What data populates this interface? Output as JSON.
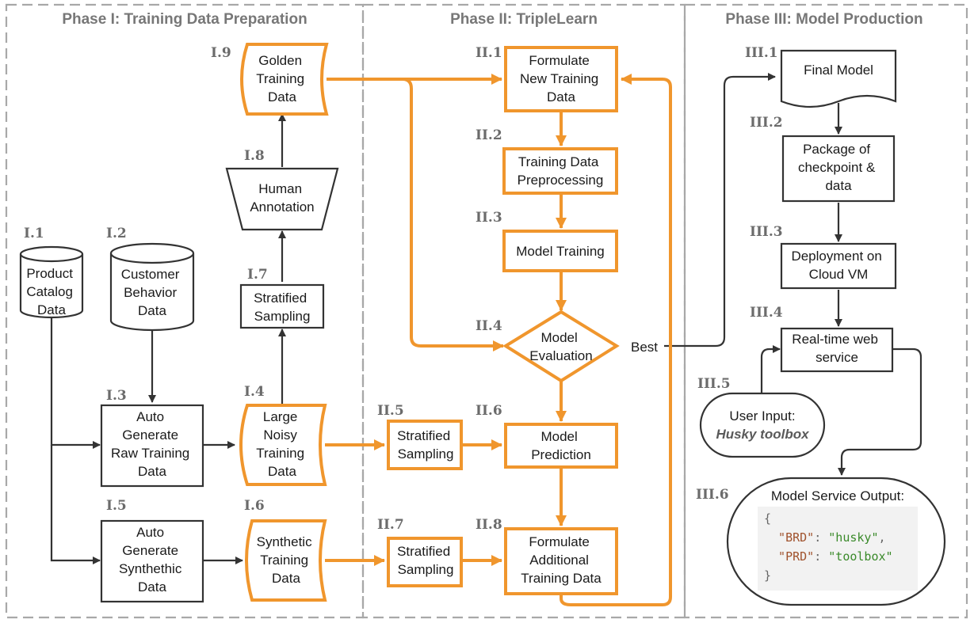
{
  "phases": [
    {
      "title": "Phase I: Training Data Preparation"
    },
    {
      "title": "Phase II: TripleLearn"
    },
    {
      "title": "Phase III: Model Production"
    }
  ],
  "nodes": {
    "i1": {
      "id": "I.1",
      "lines": [
        "Product",
        "Catalog",
        "Data"
      ]
    },
    "i2": {
      "id": "I.2",
      "lines": [
        "Customer",
        "Behavior",
        "Data"
      ]
    },
    "i3": {
      "id": "I.3",
      "lines": [
        "Auto",
        "Generate",
        "Raw Training",
        "Data"
      ]
    },
    "i4": {
      "id": "I.4",
      "lines": [
        "Large",
        "Noisy",
        "Training",
        "Data"
      ]
    },
    "i5": {
      "id": "I.5",
      "lines": [
        "Auto",
        "Generate",
        "Synthethic",
        "Data"
      ]
    },
    "i6": {
      "id": "I.6",
      "lines": [
        "Synthetic",
        "Training",
        "Data"
      ]
    },
    "i7": {
      "id": "I.7",
      "lines": [
        "Stratified",
        "Sampling"
      ]
    },
    "i8": {
      "id": "I.8",
      "lines": [
        "Human",
        "Annotation"
      ]
    },
    "i9": {
      "id": "I.9",
      "lines": [
        "Golden",
        "Training",
        "Data"
      ]
    },
    "ii1": {
      "id": "II.1",
      "lines": [
        "Formulate",
        "New Training",
        "Data"
      ]
    },
    "ii2": {
      "id": "II.2",
      "lines": [
        "Training Data",
        "Preprocessing"
      ]
    },
    "ii3": {
      "id": "II.3",
      "lines": [
        "Model Training"
      ]
    },
    "ii4": {
      "id": "II.4",
      "lines": [
        "Model",
        "Evaluation"
      ]
    },
    "ii5": {
      "id": "II.5",
      "lines": [
        "Stratified",
        "Sampling"
      ]
    },
    "ii6": {
      "id": "II.6",
      "lines": [
        "Model",
        "Prediction"
      ]
    },
    "ii7": {
      "id": "II.7",
      "lines": [
        "Stratified",
        "Sampling"
      ]
    },
    "ii8": {
      "id": "II.8",
      "lines": [
        "Formulate",
        "Additional",
        "Training Data"
      ]
    },
    "iii1": {
      "id": "III.1",
      "lines": [
        "Final Model"
      ]
    },
    "iii2": {
      "id": "III.2",
      "lines": [
        "Package of",
        "checkpoint &",
        "data"
      ]
    },
    "iii3": {
      "id": "III.3",
      "lines": [
        "Deployment on",
        "Cloud VM"
      ]
    },
    "iii4": {
      "id": "III.4",
      "lines": [
        "Real-time web",
        "service"
      ]
    },
    "iii5": {
      "id": "III.5",
      "lines": [
        "User Input:",
        "Husky toolbox"
      ]
    },
    "iii6": {
      "id": "III.6",
      "title": "Model Service Output:"
    }
  },
  "best_label": "Best",
  "code_lines": [
    {
      "parts": [
        {
          "t": "{",
          "c": "punct"
        }
      ]
    },
    {
      "parts": [
        {
          "t": "  \"BRD\"",
          "c": "key"
        },
        {
          "t": ": ",
          "c": "punct"
        },
        {
          "t": "\"husky\"",
          "c": "str"
        },
        {
          "t": ",",
          "c": "punct"
        }
      ]
    },
    {
      "parts": [
        {
          "t": "  \"PRD\"",
          "c": "key"
        },
        {
          "t": ": ",
          "c": "punct"
        },
        {
          "t": "\"toolbox\"",
          "c": "str"
        }
      ]
    },
    {
      "parts": [
        {
          "t": "}",
          "c": "punct"
        }
      ]
    }
  ],
  "colors": {
    "accent": "#f0962d",
    "line": "#333333",
    "frame": "#a8a8a8",
    "code_bg": "#f2f2f2",
    "code_key": "#a0522d",
    "code_str": "#3a8a2a",
    "code_punct": "#666666"
  }
}
